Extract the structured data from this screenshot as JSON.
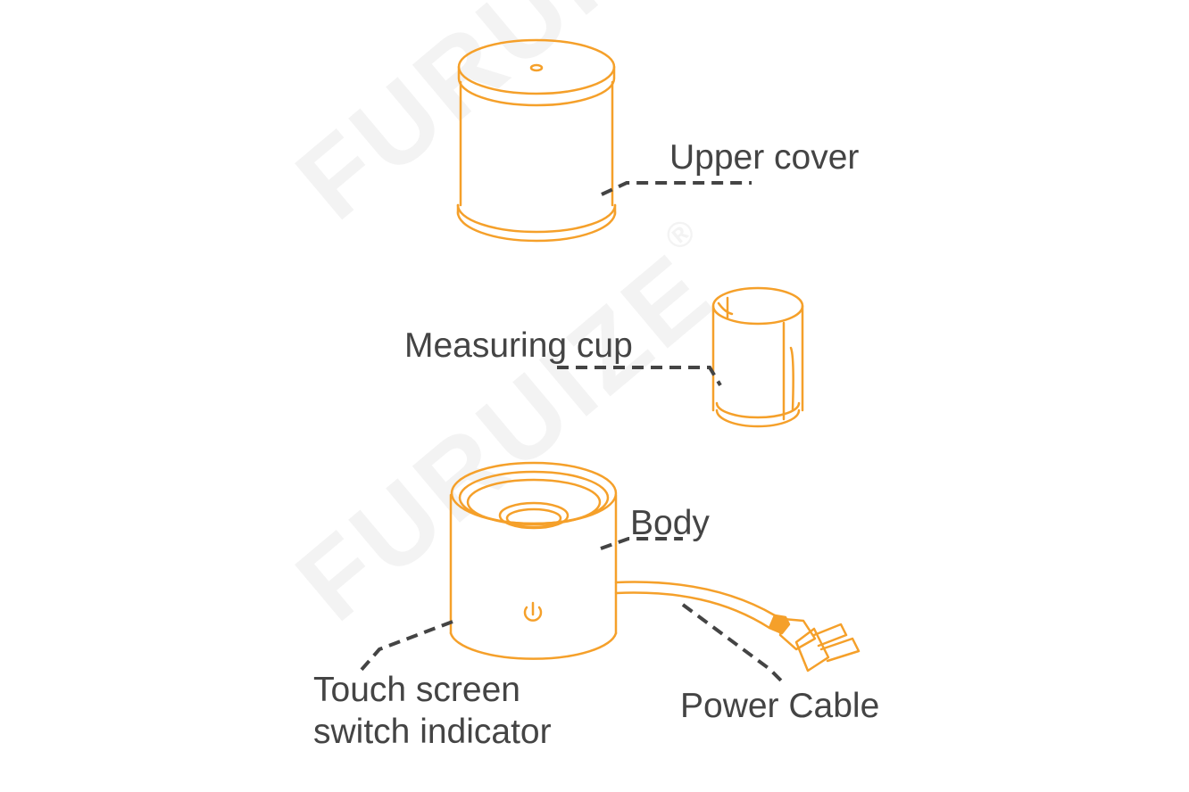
{
  "watermark": {
    "text": "FURUIZE",
    "mark": "®"
  },
  "parts": {
    "upper_cover": "Upper cover",
    "measuring_cup": "Measuring cup",
    "body": "Body",
    "touch_screen": [
      "Touch screen",
      "switch indicator"
    ],
    "power_cable": "Power Cable"
  },
  "colors": {
    "line_art": "#f5a02a",
    "label_text": "#444444",
    "leader_line": "#444444",
    "watermark": "#f3f3f3"
  },
  "icons": {
    "power_button": "power-icon"
  }
}
